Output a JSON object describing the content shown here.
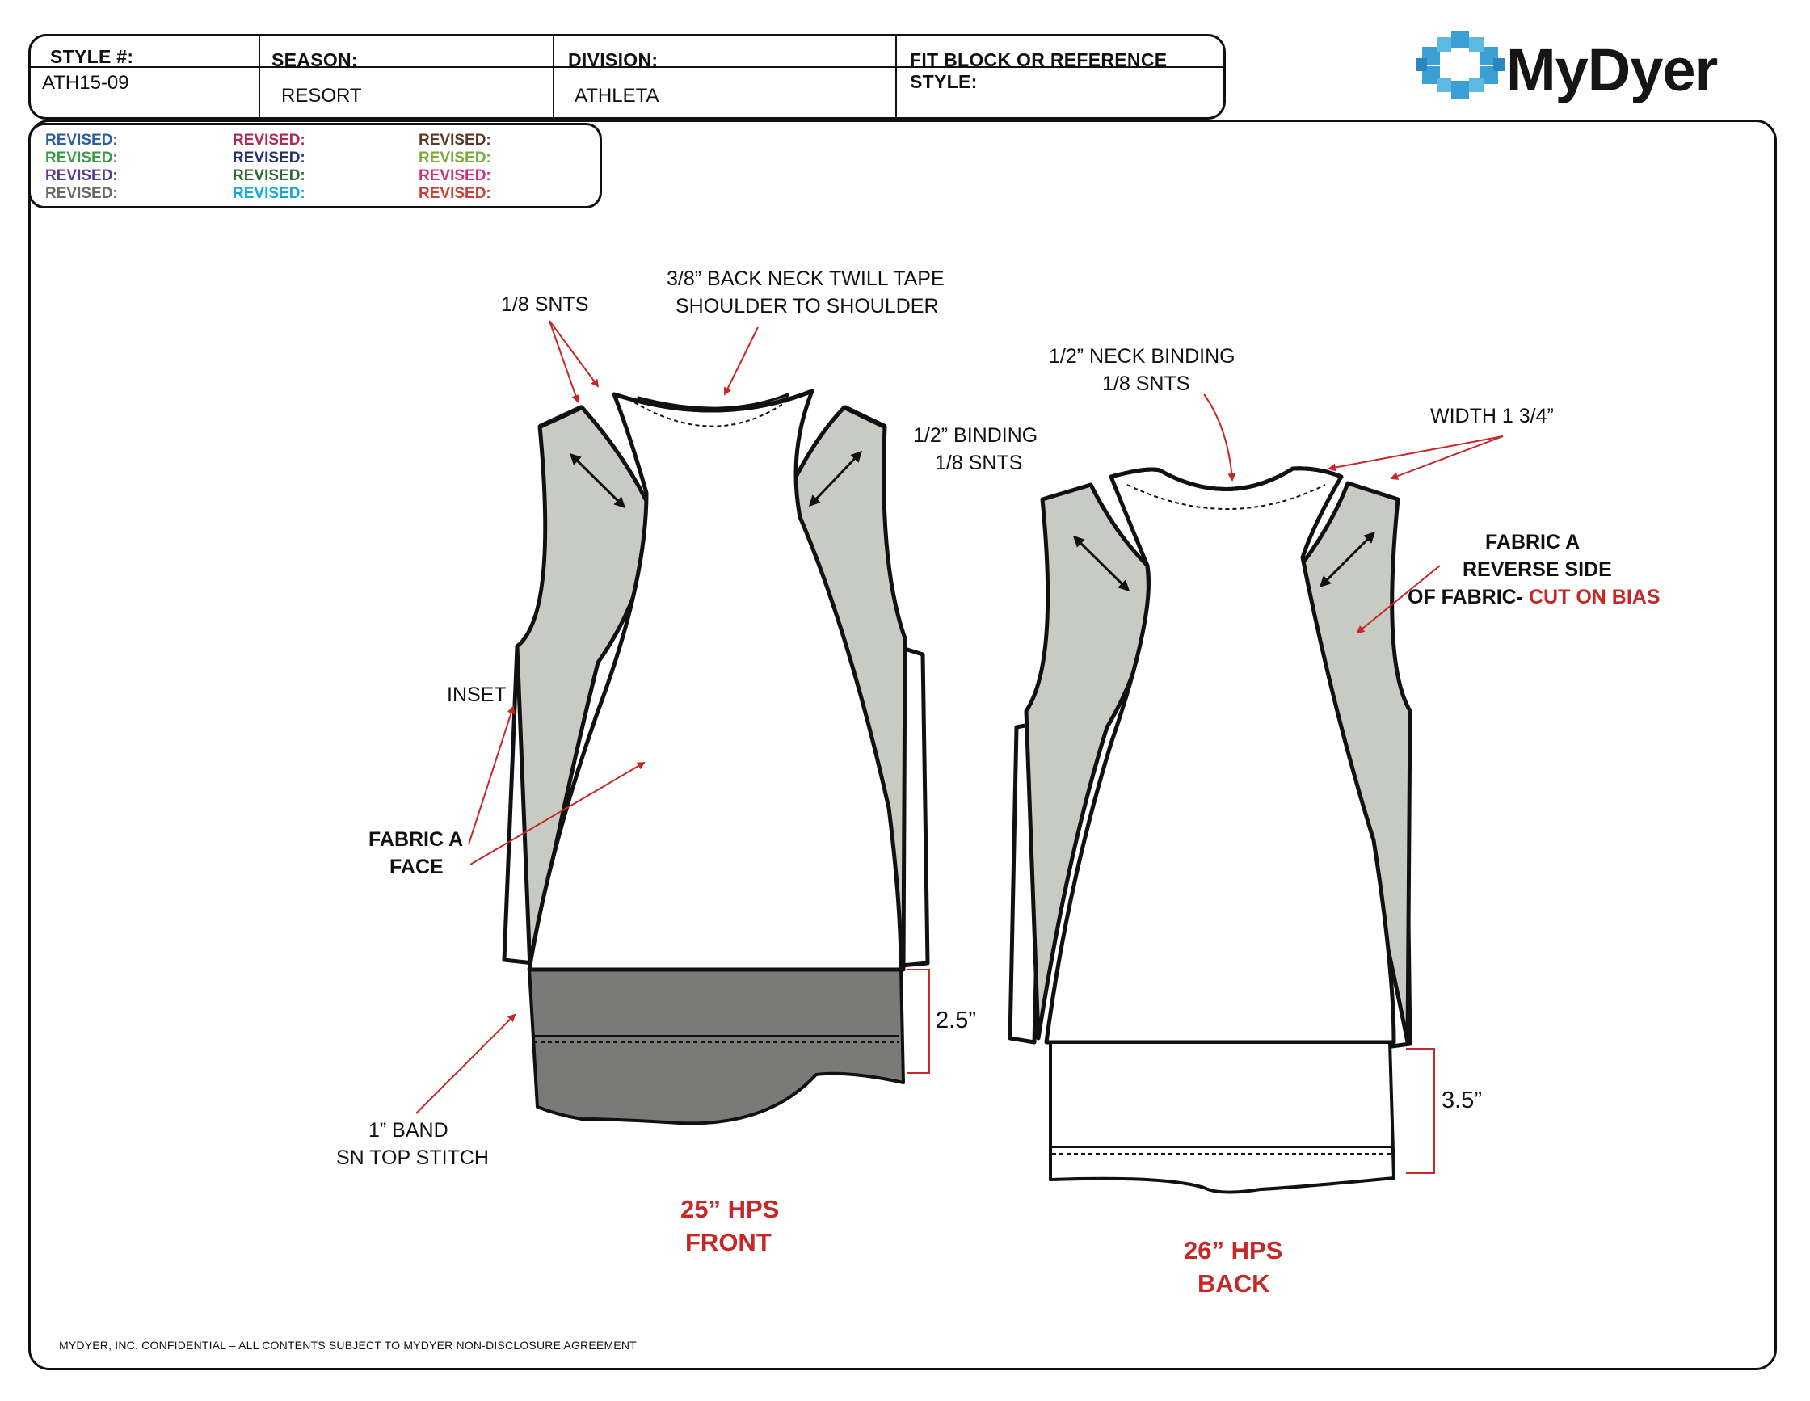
{
  "header": {
    "style_label": "STYLE #:",
    "style_value": "ATH15-09",
    "season_label": "SEASON:",
    "season_value": "RESORT",
    "division_label": "DIVISION:",
    "division_value": "ATHLETA",
    "fit_label": "FIT BLOCK OR REFERENCE STYLE:",
    "fit_value": ""
  },
  "logo": {
    "text": "MyDyer",
    "icon": "snowflake-logo-icon",
    "accent": "#3aa0d4"
  },
  "revisions": [
    {
      "label": "REVISED:",
      "color": "#2c5f9e"
    },
    {
      "label": "REVISED:",
      "color": "#3a9a4a"
    },
    {
      "label": "REVISED:",
      "color": "#5b3a8f"
    },
    {
      "label": "REVISED:",
      "color": "#6a6a60"
    },
    {
      "label": "REVISED:",
      "color": "#b2274e"
    },
    {
      "label": "REVISED:",
      "color": "#26326e"
    },
    {
      "label": "REVISED:",
      "color": "#2f6b3a"
    },
    {
      "label": "REVISED:",
      "color": "#16a8d8"
    },
    {
      "label": "REVISED:",
      "color": "#5a3a28"
    },
    {
      "label": "REVISED:",
      "color": "#7aaa3a"
    },
    {
      "label": "REVISED:",
      "color": "#d0307a"
    },
    {
      "label": "REVISED:",
      "color": "#c8403a"
    }
  ],
  "notes": {
    "snts_front": "1/8 SNTS",
    "back_neck_1": "3/8” BACK NECK TWILL TAPE",
    "back_neck_2": "SHOULDER TO SHOULDER",
    "binding_1": "1/2” BINDING",
    "binding_2": "1/8 SNTS",
    "neck_binding_1": "1/2” NECK BINDING",
    "neck_binding_2": "1/8 SNTS",
    "width": "WIDTH 1 3/4”",
    "fabric_rev_1": "FABRIC A",
    "fabric_rev_2": "REVERSE SIDE",
    "fabric_rev_3": "OF FABRIC-",
    "cut_on_bias": "CUT ON BIAS",
    "inset": "INSET",
    "fabric_face_1": "FABRIC A",
    "fabric_face_2": "FACE",
    "band_1": "1” BAND",
    "band_2": "SN TOP STITCH",
    "front_measure": "2.5”",
    "back_measure": "3.5”",
    "front_hps": "25” HPS",
    "front_label": "FRONT",
    "back_hps": "26” HPS",
    "back_label": "BACK"
  },
  "colors": {
    "accent_red": "#c62828",
    "garment_grey": "#c8cac4",
    "band_grey": "#7a7a78"
  },
  "footer": "MYDYER, INC. CONFIDENTIAL –  ALL CONTENTS SUBJECT TO MYDYER NON-DISCLOSURE AGREEMENT"
}
